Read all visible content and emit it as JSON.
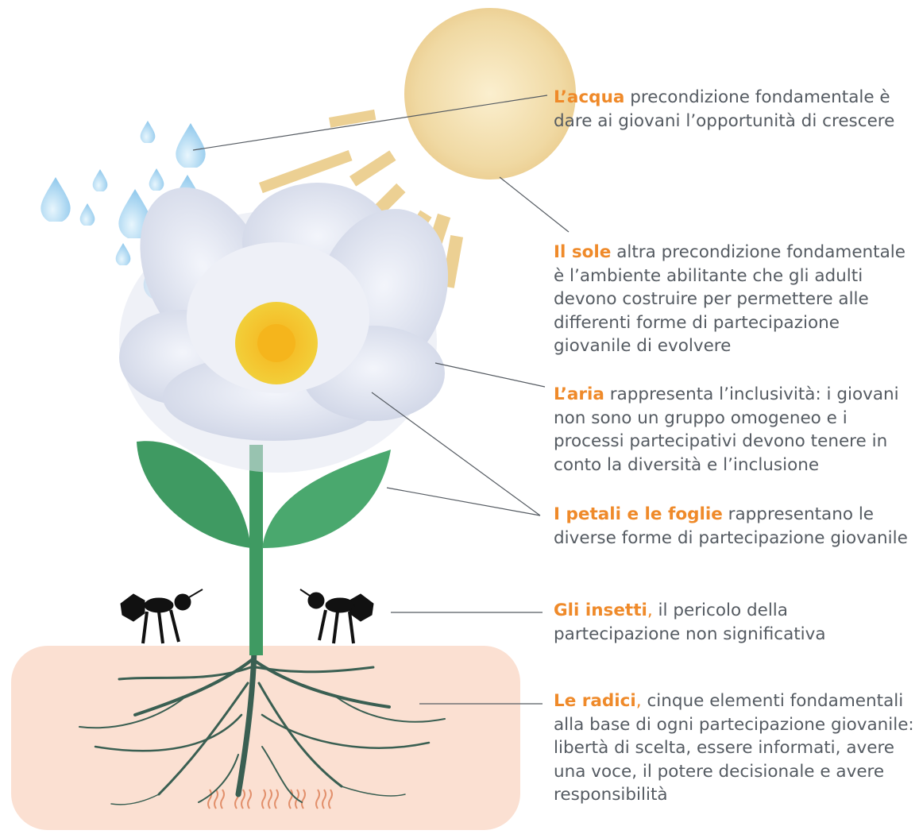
{
  "labels": [
    {
      "id": "acqua",
      "highlight": "L’acqua",
      "text": " precondizione fondamentale è dare ai giovani l’opportunità di crescere"
    },
    {
      "id": "sole",
      "highlight": "Il sole",
      "text": " altra precondizione fondamentale è l’ambiente abilitante che gli adulti devono costruire per permettere alle differenti forme di partecipazione giovanile di evolvere"
    },
    {
      "id": "aria",
      "highlight": "L’aria",
      "text": " rappresenta l’inclusività: i giovani non sono un gruppo omogeneo e i processi partecipativi devono tenere in conto la diversità e l’inclusione"
    },
    {
      "id": "petali",
      "highlight": "I petali e le foglie",
      "text": " rappresentano le diverse forme di partecipazione giovanile"
    },
    {
      "id": "insetti",
      "highlight": "Gli insetti",
      "sep": ",",
      "text": " il pericolo della partecipazione non significativa"
    },
    {
      "id": "radici",
      "highlight": "Le radici",
      "sep": ",",
      "text": " cinque elementi fondamentali alla base di ogni partecipazione giovanile: libertà di scelta, essere informati, avere una voce, il potere decisionale e avere responsibilità"
    }
  ],
  "colors": {
    "highlight": "#ef8a2a",
    "text": "#555b62",
    "soil": "#fbe0d2",
    "sun": "#f0d9a3",
    "petal": "#e4e8f3",
    "leaf": "#3f9a62",
    "root": "#3a5f52",
    "drop": "#a9d6f0"
  }
}
